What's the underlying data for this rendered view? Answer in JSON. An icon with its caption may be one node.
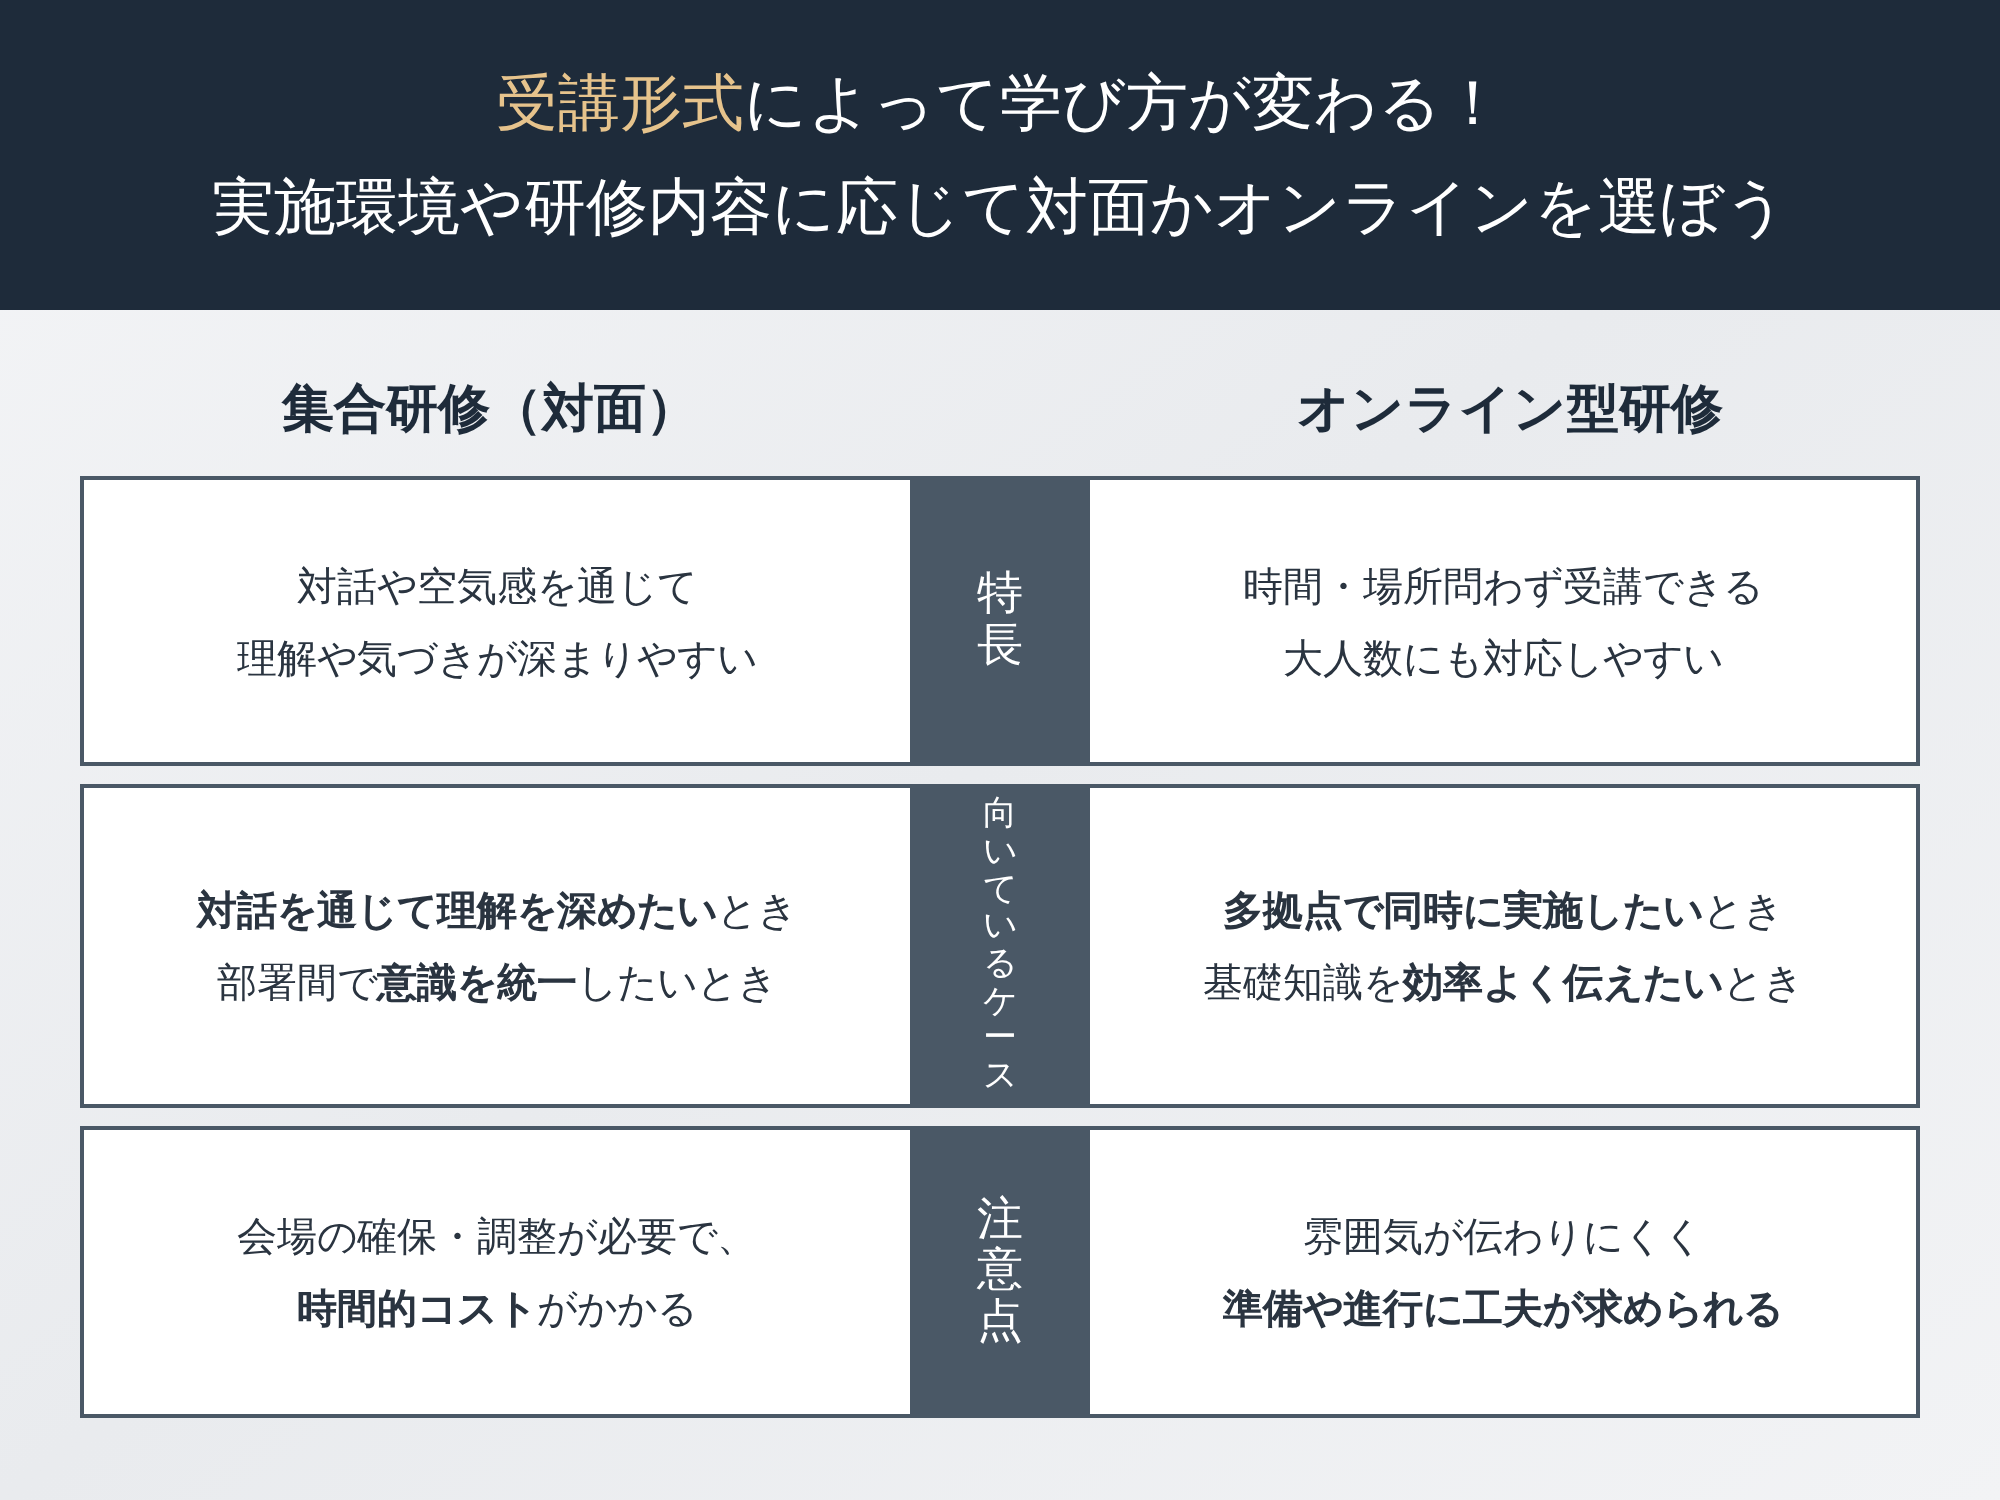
{
  "diagram": {
    "title": "**受講形式**によって学び方が変わる！",
    "nodes": [
      {
        "text": [
          "集合研修（対面）"
        ]
      },
      {
        "text": [
          "オンライン型研修"
        ]
      },
      {
        "text": [],
        "shape": "box"
      },
      {
        "text": [
          "対話や空気感を通じて",
          "理解や気づきが深まりやすい"
        ],
        "in": 2
      },
      {
        "text": [
          "特長"
        ],
        "in": 2
      },
      {
        "text": [
          "時間・場所問わず受講できる",
          "大人数にも対応しやすい"
        ],
        "in": 2
      },
      {
        "text": [],
        "shape": "box"
      },
      {
        "text": [
          "**対話を通じて理解を深めたい**とき",
          "部署間で**意識を統一**したいとき"
        ],
        "in": 6
      },
      {
        "text": [
          "向いているケース"
        ],
        "in": 6
      },
      {
        "text": [
          "**多拠点で同時に実施したい**とき",
          "基礎知識を**効率よく伝えたい**とき"
        ],
        "in": 6
      },
      {
        "text": [],
        "shape": "box"
      },
      {
        "text": [
          "会場の確保・調整が必要で、",
          "**時間的コスト**がかかる"
        ],
        "in": 10
      },
      {
        "text": [
          "注意点"
        ],
        "in": 10
      },
      {
        "text": [
          "雰囲気が伝わりにくく",
          "**準備や進行に工夫が求められる**"
        ],
        "in": 10
      }
    ],
    "labels": [
      "実施環境や研修内容に応じて対面かオンラインを選ぼう"
    ]
  }
}
